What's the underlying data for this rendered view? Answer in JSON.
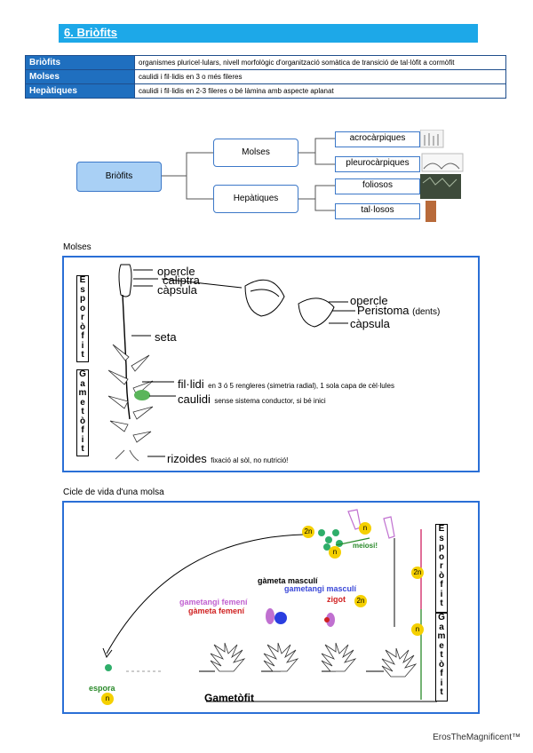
{
  "header": {
    "title": "6. Briòfits"
  },
  "definitions": [
    {
      "term": "Briòfits",
      "desc": "organismes pluricel·lulars, nivell morfològic d'organització somàtica de transició de tal·lòfit a cormòfit"
    },
    {
      "term": "Molses",
      "desc": "caulidi i fil·lidis en 3 o més fileres"
    },
    {
      "term": "Hepàtiques",
      "desc": "caulidi i fil·lidis en 2-3 fileres o bé làmina amb aspecte aplanat"
    }
  ],
  "tree": {
    "root": "Briòfits",
    "molses": "Molses",
    "hepatiques": "Hepàtiques",
    "acrocarpiques": "acrocàrpiques",
    "pleurocarpiques": "pleurocàrpiques",
    "foliosos": "foliosos",
    "tallosos": "tal·losos"
  },
  "molses_section": {
    "label": "Molses",
    "esporofit": [
      "E",
      "s",
      "p",
      "o",
      "r",
      "ò",
      "f",
      "i",
      "t"
    ],
    "gametofit": [
      "G",
      "a",
      "m",
      "e",
      "t",
      "ò",
      "f",
      "i",
      "t"
    ],
    "opercle1": "opercle",
    "caliptra": "caliptra",
    "capsula1": "càpsula",
    "seta": "seta",
    "opercle2": "opercle",
    "peristoma": "Peristoma",
    "peristoma_note": "(dents)",
    "capsula2": "càpsula",
    "fillidi": "fil·lidi",
    "fillidi_note": "en 3 ó 5 rengleres (simetria radial), 1 sola capa de cèl·lules",
    "caulidi": "caulidi",
    "caulidi_note": "sense sistema conductor, si bé inici",
    "rizoides": "rizoides",
    "rizoides_note": "fixació al sòl, no nutrició!"
  },
  "cycle_section": {
    "label": "Cicle de vida d'una molsa",
    "esporofit": [
      "E",
      "s",
      "p",
      "o",
      "r",
      "ò",
      "f",
      "i",
      "t"
    ],
    "gametofit": [
      "G",
      "a",
      "m",
      "e",
      "t",
      "ò",
      "f",
      "i",
      "t"
    ],
    "meiosi": "meiosi!",
    "n": "n",
    "two_n": "2n",
    "gameta_masculi": "gàmeta masculí",
    "gametangi_masculi": "gametangi masculí",
    "gametangi_femeni": "gametangi femení",
    "gameta_femeni": "gàmeta femení",
    "zigot": "zigot",
    "espora": "espora",
    "gametofit_label": "Gametòfit"
  },
  "colors": {
    "title_bar": "#1da8e8",
    "table_term": "#1f6fbf",
    "panel_border": "#2a6fd6",
    "badge": "#f5d000"
  },
  "footer": {
    "credit": "ErosTheMagnificent™"
  }
}
